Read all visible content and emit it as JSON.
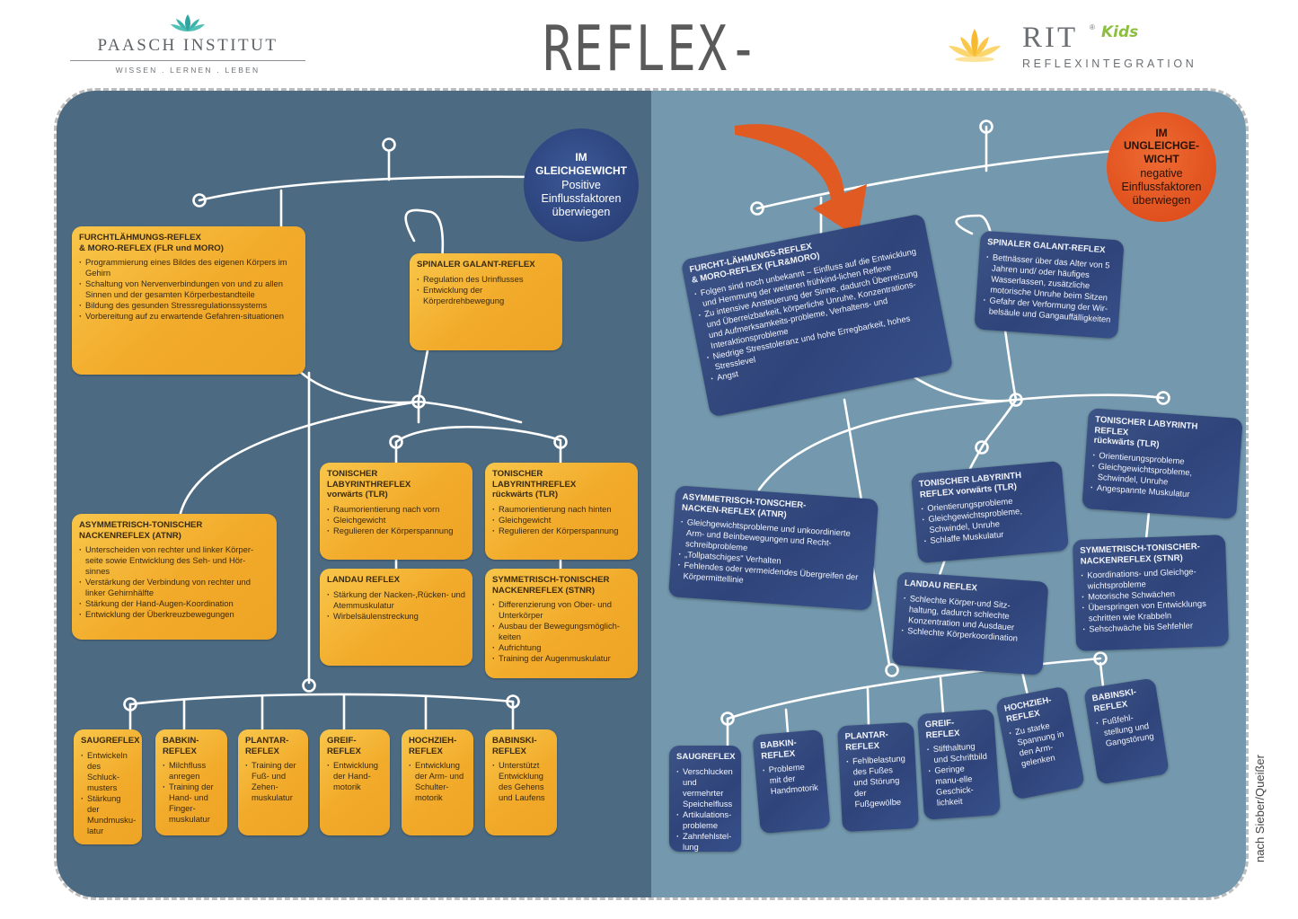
{
  "header": {
    "left_logo": {
      "name": "PAASCH INSTITUT",
      "tagline": "WISSEN . LERNEN . LEBEN"
    },
    "title": "REFLEX-MOBILE",
    "right_logo": {
      "name": "RIT",
      "reg": "®",
      "kids": "Kids",
      "subtitle": "REFLEXINTEGRATION"
    }
  },
  "colors": {
    "left_panel": "#4c6a81",
    "right_panel": "#7499ae",
    "yellow_card": "#f2aa2a",
    "blue_card": "#2f447a",
    "orange_badge": "#e0511e",
    "arrow": "#e05a22"
  },
  "left": {
    "badge": {
      "title": "IM\nGLEICHGEWICHT",
      "sub": "Positive\nEinflussfaktoren\nüberwiegen"
    },
    "cards": {
      "flr": {
        "title": "FURCHTLÄHMUNGS-REFLEX\n& MORO-REFLEX (FLR und MORO)",
        "items": [
          "Programmierung eines Bildes des eigenen Körpers im Gehirn",
          "Schaltung von Nervenverbindungen von und zu allen Sinnen und der gesamten Körperbestandteile",
          "Bildung des gesunden Stressregulationssystems",
          "Vorbereitung auf zu erwartende Gefahren-situationen"
        ]
      },
      "galant": {
        "title": "SPINALER GALANT-REFLEX",
        "items": [
          "Regulation des Urinflusses",
          "Entwicklung der Körperdrehbewegung"
        ]
      },
      "tlr_v": {
        "title": "TONISCHER\nLABYRINTHREFLEX\nvorwärts (TLR)",
        "items": [
          "Raumorientierung nach vorn",
          "Gleichgewicht",
          "Regulieren der Körperspannung"
        ]
      },
      "tlr_r": {
        "title": "TONISCHER\nLABYRINTHREFLEX\nrückwärts (TLR)",
        "items": [
          "Raumorientierung nach hinten",
          "Gleichgewicht",
          "Regulieren der Körperspannung"
        ]
      },
      "atnr": {
        "title": "ASYMMETRISCH-TONISCHER\nNACKENREFLEX (ATNR)",
        "items": [
          "Unterscheiden von rechter und linker Körper-seite sowie Entwicklung des Seh- und Hör-sinnes",
          "Verstärkung der Verbindung von rechter und linker Gehirnhälfte",
          "Stärkung der Hand-Augen-Koordination",
          "Entwicklung der Überkreuzbewegungen"
        ]
      },
      "landau": {
        "title": "LANDAU REFLEX",
        "items": [
          "Stärkung der Nacken-,Rücken- und Atemmuskulatur",
          "Wirbelsäulenstreckung"
        ]
      },
      "stnr": {
        "title": "SYMMETRISCH-TONISCHER\nNACKENREFLEX (STNR)",
        "items": [
          "Differenzierung von Ober- und Unterkörper",
          "Ausbau der Bewegungsmöglich-keiten",
          "Aufrichtung",
          "Training der Augenmuskulatur"
        ]
      },
      "saug": {
        "title": "SAUGREFLEX",
        "items": [
          "Entwickeln des Schluck-musters",
          "Stärkung der Mundmusku-latur"
        ]
      },
      "babkin": {
        "title": "BABKIN-\nREFLEX",
        "items": [
          "Milchfluss anregen",
          "Training der Hand- und Finger-muskulatur"
        ]
      },
      "plantar": {
        "title": "PLANTAR-\nREFLEX",
        "items": [
          "Training der Fuß- und Zehen-muskulatur"
        ]
      },
      "greif": {
        "title": "GREIF-\nREFLEX",
        "items": [
          "Entwicklung der Hand-motorik"
        ]
      },
      "hochzieh": {
        "title": "HOCHZIEH-\nREFLEX",
        "items": [
          "Entwicklung der Arm- und Schulter-motorik"
        ]
      },
      "babinski": {
        "title": "BABINSKI-\nREFLEX",
        "items": [
          "Unterstützt Entwicklung des Gehens und Laufens"
        ]
      }
    }
  },
  "right": {
    "badge": {
      "title": "IM\nUNGLEICHGE-\nWICHT",
      "sub": "negative\nEinflussfaktoren\nüberwiegen"
    },
    "cards": {
      "flr": {
        "title": "FURCHT-LÄHMUNGS-REFLEX\n& MORO-REFLEX (FLR&MORO)",
        "items": [
          "Folgen sind noch unbekannt – Einfluss auf die Entwicklung und Hemmung der weiteren frühkind-lichen Reflexe",
          "Zu intensive Ansteuerung der Sinne, dadurch Überreizung und Überreizbarkeit, körperliche Unruhe, Konzentrations- und Aufmerksamkeits-probleme, Verhaltens- und Interaktionsprobleme",
          "Niedrige Stresstoleranz und hohe Erregbarkeit, hohes Stresslevel",
          "Angst"
        ]
      },
      "galant": {
        "title": "SPINALER GALANT-REFLEX",
        "items": [
          "Bettnässer über das Alter von 5 Jahren und/ oder häufiges Wasserlassen, zusätzliche motorische Unruhe beim Sitzen",
          "Gefahr der Verformung der Wir-belsäule und Gangauffälligkeiten"
        ]
      },
      "tlr_r": {
        "title": "TONISCHER LABYRINTH\nREFLEX\nrückwärts (TLR)",
        "items": [
          "Orientierungsprobleme",
          "Gleichgewichtsprobleme, Schwindel, Unruhe",
          "Angespannte Muskulatur"
        ]
      },
      "tlr_v": {
        "title": "TONISCHER LABYRINTH\nREFLEX vorwärts (TLR)",
        "items": [
          "Orientierungsprobleme",
          "Gleichgewichtsprobleme, Schwindel, Unruhe",
          "Schlaffe Muskulatur"
        ]
      },
      "atnr": {
        "title": "ASYMMETRISCH-TONSCHER-\nNACKEN-REFLEX (ATNR)",
        "items": [
          "Gleichgewichtsprobleme und unkoordinierte Arm- und Beinbewegungen und Recht-schreibprobleme",
          "„Tollpatschiges\" Verhalten",
          "Fehlendes oder vermeidendes Übergreifen der Körpermittellinie"
        ]
      },
      "stnr": {
        "title": "SYMMETRISCH-TONISCHER-\nNACKENREFLEX (STNR)",
        "items": [
          "Koordinations- und Gleichge-wichtsprobleme",
          "Motorische Schwächen",
          "Überspringen von Entwicklungs schritten wie Krabbeln",
          "Sehschwäche bis Sehfehler"
        ]
      },
      "landau": {
        "title": "LANDAU REFLEX",
        "items": [
          "Schlechte Körper-und Sitz-haltung, dadurch schlechte Konzentration und Ausdauer",
          "Schlechte Körperkoordination"
        ]
      },
      "saug": {
        "title": "SAUGREFLEX",
        "items": [
          "Verschlucken und vermehrter Speichelfluss",
          "Artikulations-probleme",
          "Zahnfehlstel-lung"
        ]
      },
      "babkin": {
        "title": "BABKIN-\nREFLEX",
        "items": [
          "Probleme mit der Handmotorik"
        ]
      },
      "plantar": {
        "title": "PLANTAR-\nREFLEX",
        "items": [
          "Fehlbelastung des Fußes und Störung der Fußgewölbe"
        ]
      },
      "greif": {
        "title": "GREIF-\nREFLEX",
        "items": [
          "Stifthaltung und Schriftbild",
          "Geringe manu-elle Geschick-lichkeit"
        ]
      },
      "hochzieh": {
        "title": "HOCHZIEH-\nREFLEX",
        "items": [
          "Zu starke Spannung in den Arm-gelenken"
        ]
      },
      "babinski": {
        "title": "BABINSKI-\nREFLEX",
        "items": [
          "Fußfehl-stellung und Gangstörung"
        ]
      }
    }
  },
  "credit": "nach Sieber/Queißer"
}
